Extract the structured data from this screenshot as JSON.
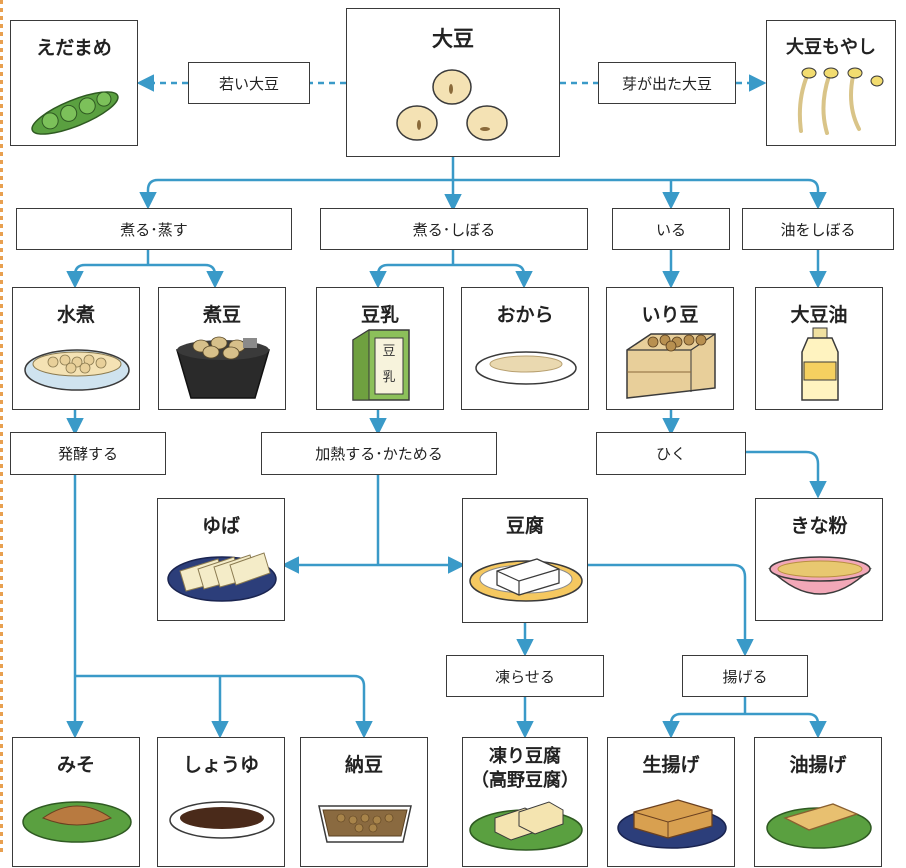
{
  "colors": {
    "line": "#3a9ac8",
    "border": "#3a3a3a",
    "leaf": "#5aa040"
  },
  "foods": {
    "daizu": "大豆",
    "edamame": "えだまめ",
    "moyashi": "大豆もやし",
    "mizuni": "水煮",
    "nimame": "煮豆",
    "tonyu": "豆乳",
    "okara": "おから",
    "irimame": "いり豆",
    "daizuyu": "大豆油",
    "yuba": "ゆば",
    "tofu": "豆腐",
    "kinako": "きな粉",
    "miso": "みそ",
    "shoyu": "しょうゆ",
    "natto": "納豆",
    "koridofu": "凍り豆腐",
    "koyadofu": "（高野豆腐）",
    "namaage": "生揚げ",
    "aburaage": "油揚げ"
  },
  "processes": {
    "wakai": "若い大豆",
    "mega": "芽が出た大豆",
    "niru_musu": "煮る･蒸す",
    "niru_shiboru": "煮る･しぼる",
    "iru": "いる",
    "abura_shiboru": "油をしぼる",
    "hakko": "発酵する",
    "kanetsu": "加熱する･かためる",
    "hiku": "ひく",
    "koraseru": "凍らせる",
    "ageru": "揚げる"
  },
  "pack_text": {
    "top": "豆",
    "bottom": "乳"
  }
}
